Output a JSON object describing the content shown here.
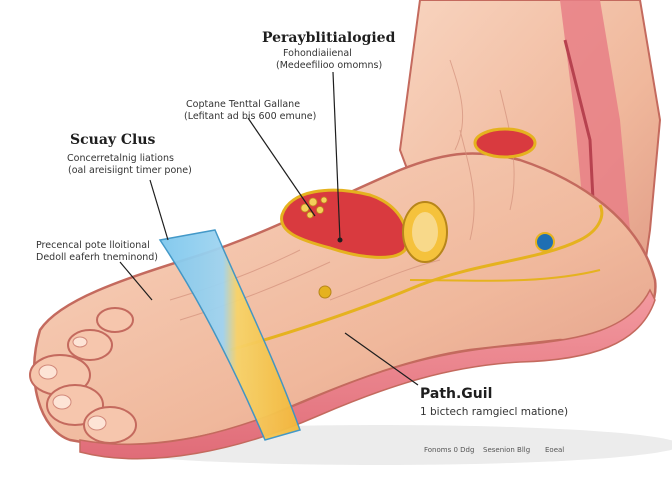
{
  "labels": {
    "top": {
      "title": "Perayblitialogied",
      "line1": "Fohondiaiienal",
      "line2": "(Medeefilioo omomns)"
    },
    "mid": {
      "line1": "Coptane Tenttal Gallane",
      "line2": "(Lefitant ad bis 600 emune)"
    },
    "left": {
      "title": "Scuay Clus",
      "line1": "Concerretalnig liations",
      "line2": "(oal areisiignt timer pone)"
    },
    "lower": {
      "line1": "Precencal pote lloitional",
      "line2": "Dedoll eaferh tneminond)"
    },
    "bottom": {
      "title": "Path.Guil",
      "line1": "1 bictech ramgiecl matione)"
    }
  },
  "footer": [
    "Fonoms 0 Ddg",
    "Sesenion Bllg",
    "Eoeal"
  ],
  "colors": {
    "skin": "#f3c3a8",
    "skin_shadow": "#d98d7a",
    "outline": "#c46a5e",
    "tissue": "#e87f86",
    "gold": "#e5b21f",
    "lesion": "#d93a3f",
    "band_blue": "#63b8e6",
    "band_yellow": "#f5c23c"
  }
}
